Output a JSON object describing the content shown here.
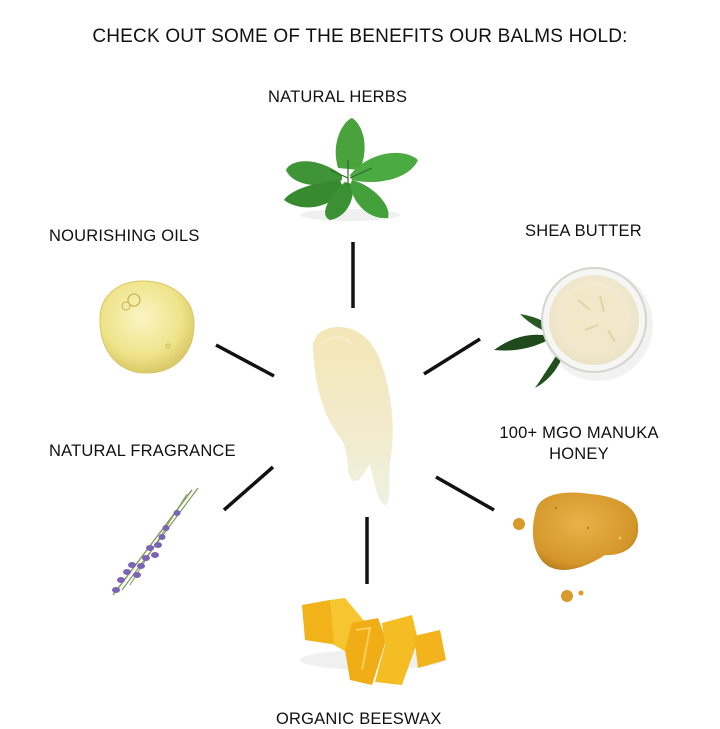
{
  "header": {
    "title": "CHECK OUT SOME OF THE BENEFITS OUR BALMS HOLD:"
  },
  "benefits": [
    {
      "label": "NATURAL HERBS",
      "icon": "mint-leaves-icon"
    },
    {
      "label": "NOURISHING OILS",
      "icon": "oil-drop-icon"
    },
    {
      "label": "SHEA BUTTER",
      "icon": "shea-butter-bowl-icon"
    },
    {
      "label": "NATURAL FRAGRANCE",
      "icon": "lavender-sprig-icon"
    },
    {
      "label_line1": "100+ MGO MANUKA",
      "label_line2": "HONEY",
      "icon": "honey-drop-icon"
    },
    {
      "label": "ORGANIC BEESWAX",
      "icon": "beeswax-chunks-icon"
    }
  ],
  "center": {
    "icon": "balm-smear-icon"
  },
  "colors": {
    "text": "#111111",
    "connector": "#111111",
    "mint": "#3f9a3a",
    "oil": "#efe38a",
    "shea": "#f3ecd6",
    "lavender": "#7b63b5",
    "honey": "#d89a2c",
    "beeswax": "#f2b317",
    "balm": "#f1e6be"
  }
}
